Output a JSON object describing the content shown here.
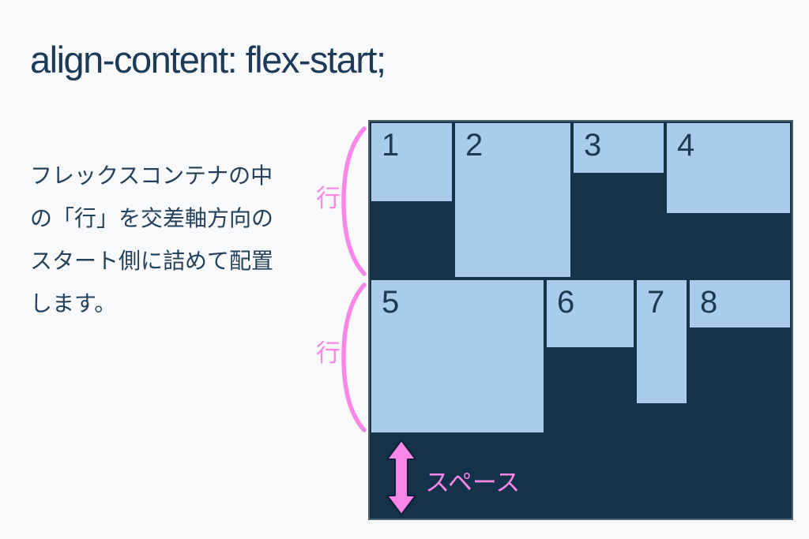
{
  "page": {
    "title": "align-content: flex-start;",
    "description_lines": [
      "フレックスコンテナの中",
      "の「行」を交差軸方向の",
      "スタート側に詰めて配置",
      "します。"
    ]
  },
  "diagram": {
    "items": [
      {
        "label": "1"
      },
      {
        "label": "2"
      },
      {
        "label": "3"
      },
      {
        "label": "4"
      },
      {
        "label": "5"
      },
      {
        "label": "6"
      },
      {
        "label": "7"
      },
      {
        "label": "8"
      }
    ],
    "row_labels": [
      "行",
      "行"
    ],
    "space_label": "スペース",
    "icons": {
      "row_bracket": "opening-parenthesis-bracket",
      "space_arrow": "double-headed-vertical-arrow"
    }
  },
  "colors": {
    "page_background": "#f8f9fa",
    "heading_text": "#1d3b58",
    "body_text": "#24405a",
    "container_navy": "#14324a",
    "item_blue": "#a8cce9",
    "item_number": "#1d3a52",
    "accent_pink": "#fa86e8"
  }
}
